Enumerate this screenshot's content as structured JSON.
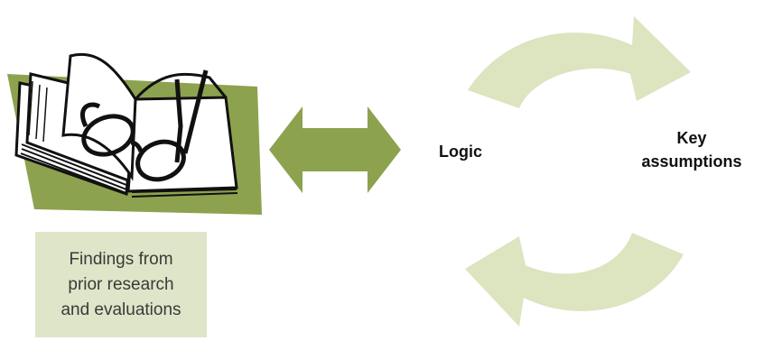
{
  "diagram": {
    "findings_box": {
      "lines": [
        "Findings from",
        "prior research",
        "and evaluations"
      ]
    },
    "logic_label": "Logic",
    "assumptions_label": {
      "lines": [
        "Key",
        "assumptions"
      ]
    }
  },
  "colors": {
    "olive_green": "#8da24e",
    "light_sage": "#dfe5c8",
    "cycle_arrow": "#dce4c0",
    "text_dark": "#111111",
    "text_box": "#3a3a3a"
  },
  "icons": {
    "book": "open-book-with-eyeglasses-icon",
    "double_arrow": "double-headed-arrow-icon",
    "cycle_top": "curved-arrow-right-icon",
    "cycle_bottom": "curved-arrow-left-icon"
  }
}
